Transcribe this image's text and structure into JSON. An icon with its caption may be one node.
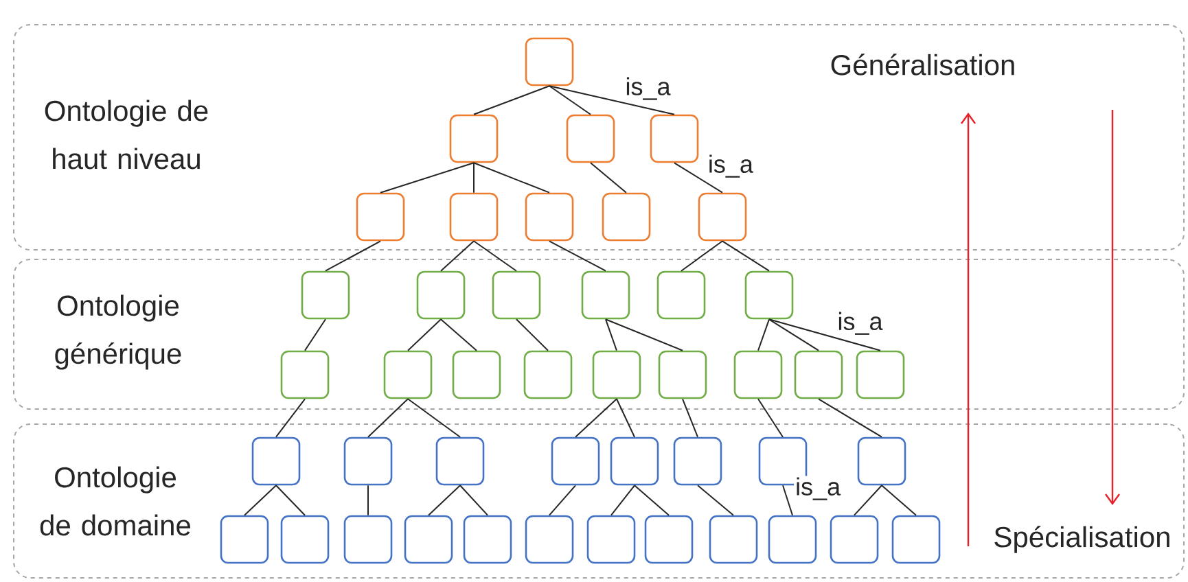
{
  "diagram": {
    "nodes": [
      {
        "text": [
          "Ontologie de haut niveau"
        ]
      },
      {
        "text": [],
        "shape": "box",
        "in": 0
      },
      {
        "text": [],
        "shape": "box",
        "in": 0
      },
      {
        "text": [],
        "shape": "box",
        "in": 0
      },
      {
        "text": [],
        "shape": "box",
        "in": 0
      },
      {
        "text": [],
        "shape": "box",
        "in": 0
      },
      {
        "text": [],
        "shape": "box",
        "in": 0
      },
      {
        "text": [],
        "shape": "box",
        "in": 0
      },
      {
        "text": [],
        "shape": "box",
        "in": 0
      },
      {
        "text": [],
        "shape": "box",
        "in": 0
      },
      {
        "text": [
          "Ontologie générique"
        ]
      },
      {
        "text": [],
        "shape": "box",
        "in": 10
      },
      {
        "text": [],
        "shape": "box",
        "in": 10
      },
      {
        "text": [],
        "shape": "box",
        "in": 10
      },
      {
        "text": [],
        "shape": "box",
        "in": 10
      },
      {
        "text": [],
        "shape": "box",
        "in": 10
      },
      {
        "text": [],
        "shape": "box",
        "in": 10
      },
      {
        "text": [],
        "shape": "box",
        "in": 10
      },
      {
        "text": [],
        "shape": "box",
        "in": 10
      },
      {
        "text": [],
        "shape": "box",
        "in": 10
      },
      {
        "text": [],
        "shape": "box",
        "in": 10
      },
      {
        "text": [],
        "shape": "box",
        "in": 10
      },
      {
        "text": [],
        "shape": "box",
        "in": 10
      },
      {
        "text": [],
        "shape": "box",
        "in": 10
      },
      {
        "text": [],
        "shape": "box",
        "in": 10
      },
      {
        "text": [],
        "shape": "box",
        "in": 10
      },
      {
        "text": [
          "Ontologie de domaine"
        ]
      },
      {
        "text": [],
        "shape": "box",
        "in": 26
      },
      {
        "text": [],
        "shape": "box",
        "in": 26
      },
      {
        "text": [],
        "shape": "box",
        "in": 26
      },
      {
        "text": [],
        "shape": "box",
        "in": 26
      },
      {
        "text": [],
        "shape": "box",
        "in": 26
      },
      {
        "text": [],
        "shape": "box",
        "in": 26
      },
      {
        "text": [],
        "shape": "box",
        "in": 26
      },
      {
        "text": [],
        "shape": "box",
        "in": 26
      },
      {
        "text": [],
        "shape": "box",
        "in": 26
      },
      {
        "text": [],
        "shape": "box",
        "in": 26
      },
      {
        "text": [],
        "shape": "box",
        "in": 26
      },
      {
        "text": [],
        "shape": "box",
        "in": 26
      },
      {
        "text": [],
        "shape": "box",
        "in": 26
      },
      {
        "text": [],
        "shape": "box",
        "in": 26
      },
      {
        "text": [],
        "shape": "box",
        "in": 26
      },
      {
        "text": [],
        "shape": "box",
        "in": 26
      },
      {
        "text": [],
        "shape": "box",
        "in": 26
      },
      {
        "text": [],
        "shape": "box",
        "in": 26
      },
      {
        "text": [],
        "shape": "box",
        "in": 26
      },
      {
        "text": [],
        "shape": "box",
        "in": 26
      }
    ],
    "edges": [
      {
        "from": 1,
        "to": 2,
        "arrow": "none"
      },
      {
        "from": 1,
        "to": 3,
        "arrow": "none"
      },
      {
        "from": 1,
        "to": 4,
        "arrow": "none",
        "label": "is_a"
      },
      {
        "from": 2,
        "to": 5,
        "arrow": "none"
      },
      {
        "from": 2,
        "to": 6,
        "arrow": "none"
      },
      {
        "from": 2,
        "to": 7,
        "arrow": "none"
      },
      {
        "from": 3,
        "to": 8,
        "arrow": "none"
      },
      {
        "from": 4,
        "to": 9,
        "arrow": "none",
        "label": "is_a"
      },
      {
        "from": 5,
        "to": 11,
        "arrow": "none"
      },
      {
        "from": 6,
        "to": 12,
        "arrow": "none"
      },
      {
        "from": 6,
        "to": 13,
        "arrow": "none"
      },
      {
        "from": 7,
        "to": 14,
        "arrow": "none"
      },
      {
        "from": 9,
        "to": 15,
        "arrow": "none"
      },
      {
        "from": 9,
        "to": 16,
        "arrow": "none"
      },
      {
        "from": 11,
        "to": 17,
        "arrow": "none"
      },
      {
        "from": 12,
        "to": 18,
        "arrow": "none"
      },
      {
        "from": 12,
        "to": 19,
        "arrow": "none"
      },
      {
        "from": 13,
        "to": 20,
        "arrow": "none"
      },
      {
        "from": 14,
        "to": 21,
        "arrow": "none"
      },
      {
        "from": 14,
        "to": 22,
        "arrow": "none"
      },
      {
        "from": 16,
        "to": 23,
        "arrow": "none"
      },
      {
        "from": 16,
        "to": 24,
        "arrow": "none"
      },
      {
        "from": 16,
        "to": 25,
        "arrow": "none",
        "label": "is_a"
      },
      {
        "from": 17,
        "to": 27,
        "arrow": "none"
      },
      {
        "from": 18,
        "to": 28,
        "arrow": "none"
      },
      {
        "from": 18,
        "to": 29,
        "arrow": "none"
      },
      {
        "from": 21,
        "to": 30,
        "arrow": "none"
      },
      {
        "from": 21,
        "to": 31,
        "arrow": "none"
      },
      {
        "from": 22,
        "to": 32,
        "arrow": "none"
      },
      {
        "from": 23,
        "to": 33,
        "arrow": "none"
      },
      {
        "from": 24,
        "to": 34,
        "arrow": "none"
      },
      {
        "from": 27,
        "to": 35,
        "arrow": "none"
      },
      {
        "from": 27,
        "to": 36,
        "arrow": "none"
      },
      {
        "from": 28,
        "to": 37,
        "arrow": "none"
      },
      {
        "from": 29,
        "to": 38,
        "arrow": "none"
      },
      {
        "from": 29,
        "to": 39,
        "arrow": "none"
      },
      {
        "from": 30,
        "to": 40,
        "arrow": "none"
      },
      {
        "from": 31,
        "to": 41,
        "arrow": "none"
      },
      {
        "from": 31,
        "to": 42,
        "arrow": "none"
      },
      {
        "from": 32,
        "to": 43,
        "arrow": "none"
      },
      {
        "from": 33,
        "to": 44,
        "arrow": "none",
        "label": "is_a"
      },
      {
        "from": 34,
        "to": 45,
        "arrow": "none"
      },
      {
        "from": 34,
        "to": 46,
        "arrow": "none"
      }
    ],
    "labels": [
      "Généralisation",
      "Spécialisation"
    ]
  }
}
